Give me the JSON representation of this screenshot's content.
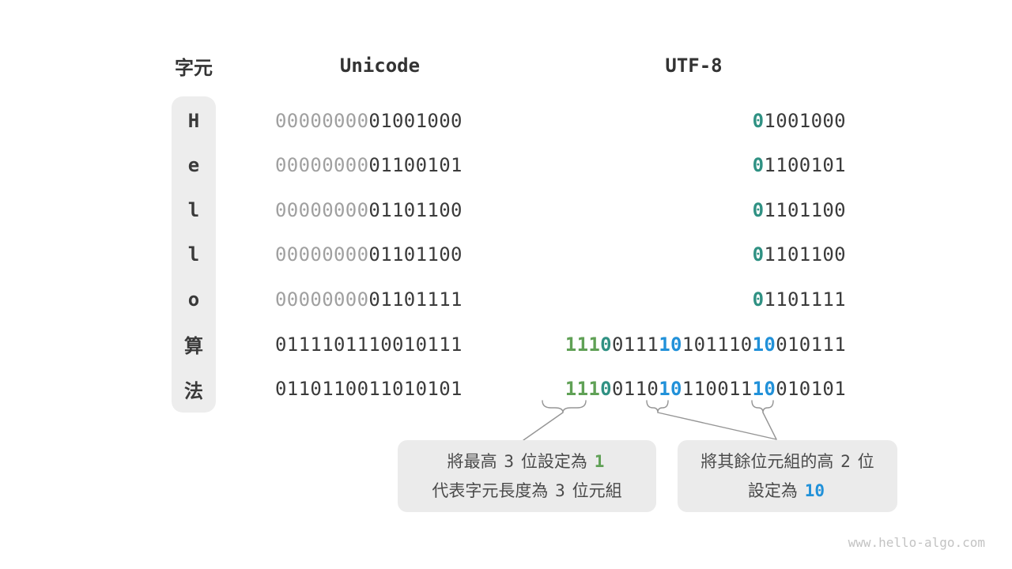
{
  "headers": {
    "char": "字元",
    "unicode": "Unicode",
    "utf8": "UTF-8"
  },
  "colors": {
    "teal": "#2f9183",
    "green": "#60a156",
    "blue": "#2191d9",
    "dark": "#3b3b3b",
    "gray": "#a0a0a0",
    "box_bg": "#ebebeb"
  },
  "rows": [
    {
      "char": "H",
      "unicode": [
        {
          "c": "gray",
          "t": "00000000"
        },
        {
          "c": "dark",
          "t": "01001000"
        }
      ],
      "utf8": [
        [
          {
            "c": "teal",
            "t": "0"
          },
          {
            "c": "dark",
            "t": "1001000"
          }
        ]
      ]
    },
    {
      "char": "e",
      "unicode": [
        {
          "c": "gray",
          "t": "00000000"
        },
        {
          "c": "dark",
          "t": "01100101"
        }
      ],
      "utf8": [
        [
          {
            "c": "teal",
            "t": "0"
          },
          {
            "c": "dark",
            "t": "1100101"
          }
        ]
      ]
    },
    {
      "char": "l",
      "unicode": [
        {
          "c": "gray",
          "t": "00000000"
        },
        {
          "c": "dark",
          "t": "01101100"
        }
      ],
      "utf8": [
        [
          {
            "c": "teal",
            "t": "0"
          },
          {
            "c": "dark",
            "t": "1101100"
          }
        ]
      ]
    },
    {
      "char": "l",
      "unicode": [
        {
          "c": "gray",
          "t": "00000000"
        },
        {
          "c": "dark",
          "t": "01101100"
        }
      ],
      "utf8": [
        [
          {
            "c": "teal",
            "t": "0"
          },
          {
            "c": "dark",
            "t": "1101100"
          }
        ]
      ]
    },
    {
      "char": "o",
      "unicode": [
        {
          "c": "gray",
          "t": "00000000"
        },
        {
          "c": "dark",
          "t": "01101111"
        }
      ],
      "utf8": [
        [
          {
            "c": "teal",
            "t": "0"
          },
          {
            "c": "dark",
            "t": "1101111"
          }
        ]
      ]
    },
    {
      "char": "算",
      "unicode": [
        {
          "c": "dark",
          "t": "01111011"
        },
        {
          "c": "dark",
          "t": "10010111"
        }
      ],
      "utf8": [
        [
          {
            "c": "green",
            "t": "111"
          },
          {
            "c": "teal",
            "t": "0"
          },
          {
            "c": "dark",
            "t": "0111"
          }
        ],
        [
          {
            "c": "blue",
            "t": "10"
          },
          {
            "c": "dark",
            "t": "101110"
          }
        ],
        [
          {
            "c": "blue",
            "t": "10"
          },
          {
            "c": "dark",
            "t": "010111"
          }
        ]
      ]
    },
    {
      "char": "法",
      "unicode": [
        {
          "c": "dark",
          "t": "01101100"
        },
        {
          "c": "dark",
          "t": "11010101"
        }
      ],
      "utf8": [
        [
          {
            "c": "green",
            "t": "111"
          },
          {
            "c": "teal",
            "t": "0"
          },
          {
            "c": "dark",
            "t": "0110"
          }
        ],
        [
          {
            "c": "blue",
            "t": "10"
          },
          {
            "c": "dark",
            "t": "110011"
          }
        ],
        [
          {
            "c": "blue",
            "t": "10"
          },
          {
            "c": "dark",
            "t": "010101"
          }
        ]
      ]
    }
  ],
  "annotations": {
    "byte_length_note": {
      "lines": [
        [
          {
            "c": "text",
            "t": "將最高 "
          },
          {
            "c": "num",
            "t": "3"
          },
          {
            "c": "text",
            "t": " 位設定為 "
          },
          {
            "c": "green",
            "t": "1"
          }
        ],
        [
          {
            "c": "text",
            "t": "代表字元長度為 "
          },
          {
            "c": "num",
            "t": "3"
          },
          {
            "c": "text",
            "t": " 位元組"
          }
        ]
      ]
    },
    "continuation_note": {
      "lines": [
        [
          {
            "c": "text",
            "t": "將其餘位元組的高 "
          },
          {
            "c": "num",
            "t": "2"
          },
          {
            "c": "text",
            "t": " 位"
          }
        ],
        [
          {
            "c": "text",
            "t": "設定為 "
          },
          {
            "c": "blue",
            "t": "10"
          }
        ]
      ]
    }
  },
  "watermark": "www.hello-algo.com"
}
